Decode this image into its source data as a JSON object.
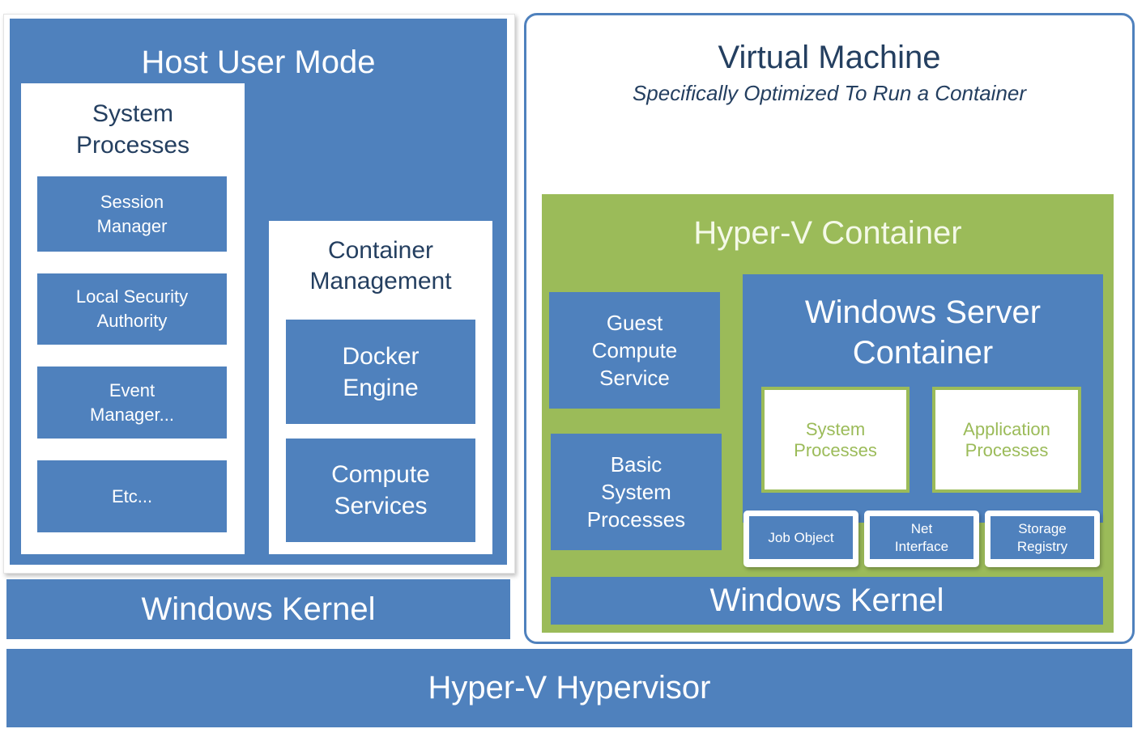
{
  "colors": {
    "blue": "#4f81bd",
    "green": "#9bbb59",
    "white": "#ffffff",
    "dark_text": "#243f60"
  },
  "host": {
    "title": "Host User Mode",
    "system_processes": {
      "title": [
        "System",
        "Processes"
      ],
      "items": [
        [
          "Session",
          "Manager"
        ],
        [
          "Local Security",
          "Authority"
        ],
        [
          "Event",
          "Manager..."
        ],
        [
          "Etc..."
        ]
      ]
    },
    "container_management": {
      "title": [
        "Container",
        "Management"
      ],
      "items": [
        [
          "Docker",
          "Engine"
        ],
        [
          "Compute",
          "Services"
        ]
      ]
    },
    "kernel": "Windows Kernel"
  },
  "vm": {
    "title": "Virtual Machine",
    "subtitle": "Specifically Optimized To Run a Container",
    "hyperv_container": {
      "title": "Hyper-V Container",
      "guest_compute": [
        "Guest",
        "Compute",
        "Service"
      ],
      "basic_system": [
        "Basic",
        "System",
        "Processes"
      ],
      "wsc": {
        "title": [
          "Windows Server",
          "Container"
        ],
        "processes": [
          [
            "System",
            "Processes"
          ],
          [
            "Application",
            "Processes"
          ]
        ],
        "resources": [
          [
            "Job Object"
          ],
          [
            "Net",
            "Interface"
          ],
          [
            "Storage",
            "Registry"
          ]
        ]
      },
      "kernel": "Windows Kernel"
    }
  },
  "hypervisor": "Hyper-V Hypervisor"
}
